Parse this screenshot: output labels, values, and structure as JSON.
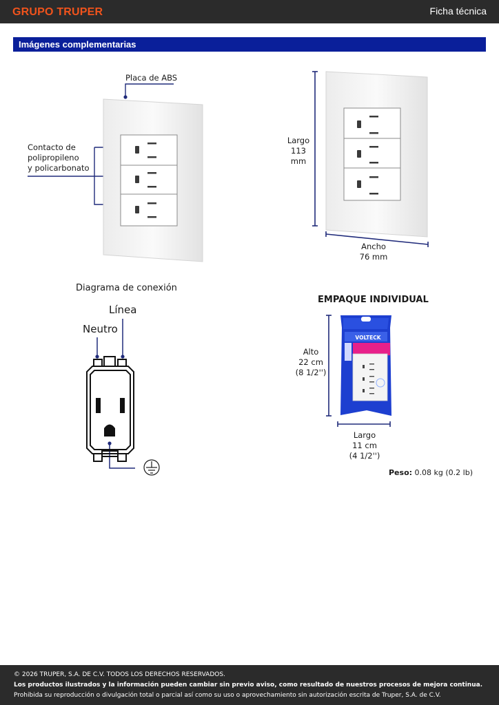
{
  "header": {
    "brand": "GRUPO TRUPER",
    "doc_type": "Ficha técnica"
  },
  "section": {
    "title": "Imágenes complementarias"
  },
  "product_view": {
    "plate_label": "Placa de ABS",
    "contact_label_1": "Contacto de",
    "contact_label_2": "polipropileno",
    "contact_label_3": "y policarbonato"
  },
  "dimensions": {
    "height_label": "Largo",
    "height_value": "113 mm",
    "width_label": "Ancho",
    "width_value": "76 mm"
  },
  "connection": {
    "title": "Diagrama de conexión",
    "line_label": "Línea",
    "neutral_label": "Neutro"
  },
  "packaging": {
    "title": "EMPAQUE INDIVIDUAL",
    "height_label": "Alto",
    "height_cm": "22 cm",
    "height_in": "(8 1/2'')",
    "length_label": "Largo",
    "length_cm": "11 cm",
    "length_in": "(4 1/2'')",
    "weight_label": "Peso:",
    "weight_value": "0.08 kg (0.2 lb)",
    "brand_on_pack": "VOLTECK"
  },
  "footer": {
    "copyright": "© 2026 TRUPER, S.A. DE C.V. TODOS LOS DERECHOS RESERVADOS.",
    "notice": "Los productos ilustrados y la información pueden cambiar sin previo aviso, como resultado de nuestros procesos de mejora continua.",
    "prohibition": "Prohibida su reproducción o divulgación total o parcial así como su uso o aprovechamiento sin autorización escrita de Truper, S.A. de C.V."
  }
}
